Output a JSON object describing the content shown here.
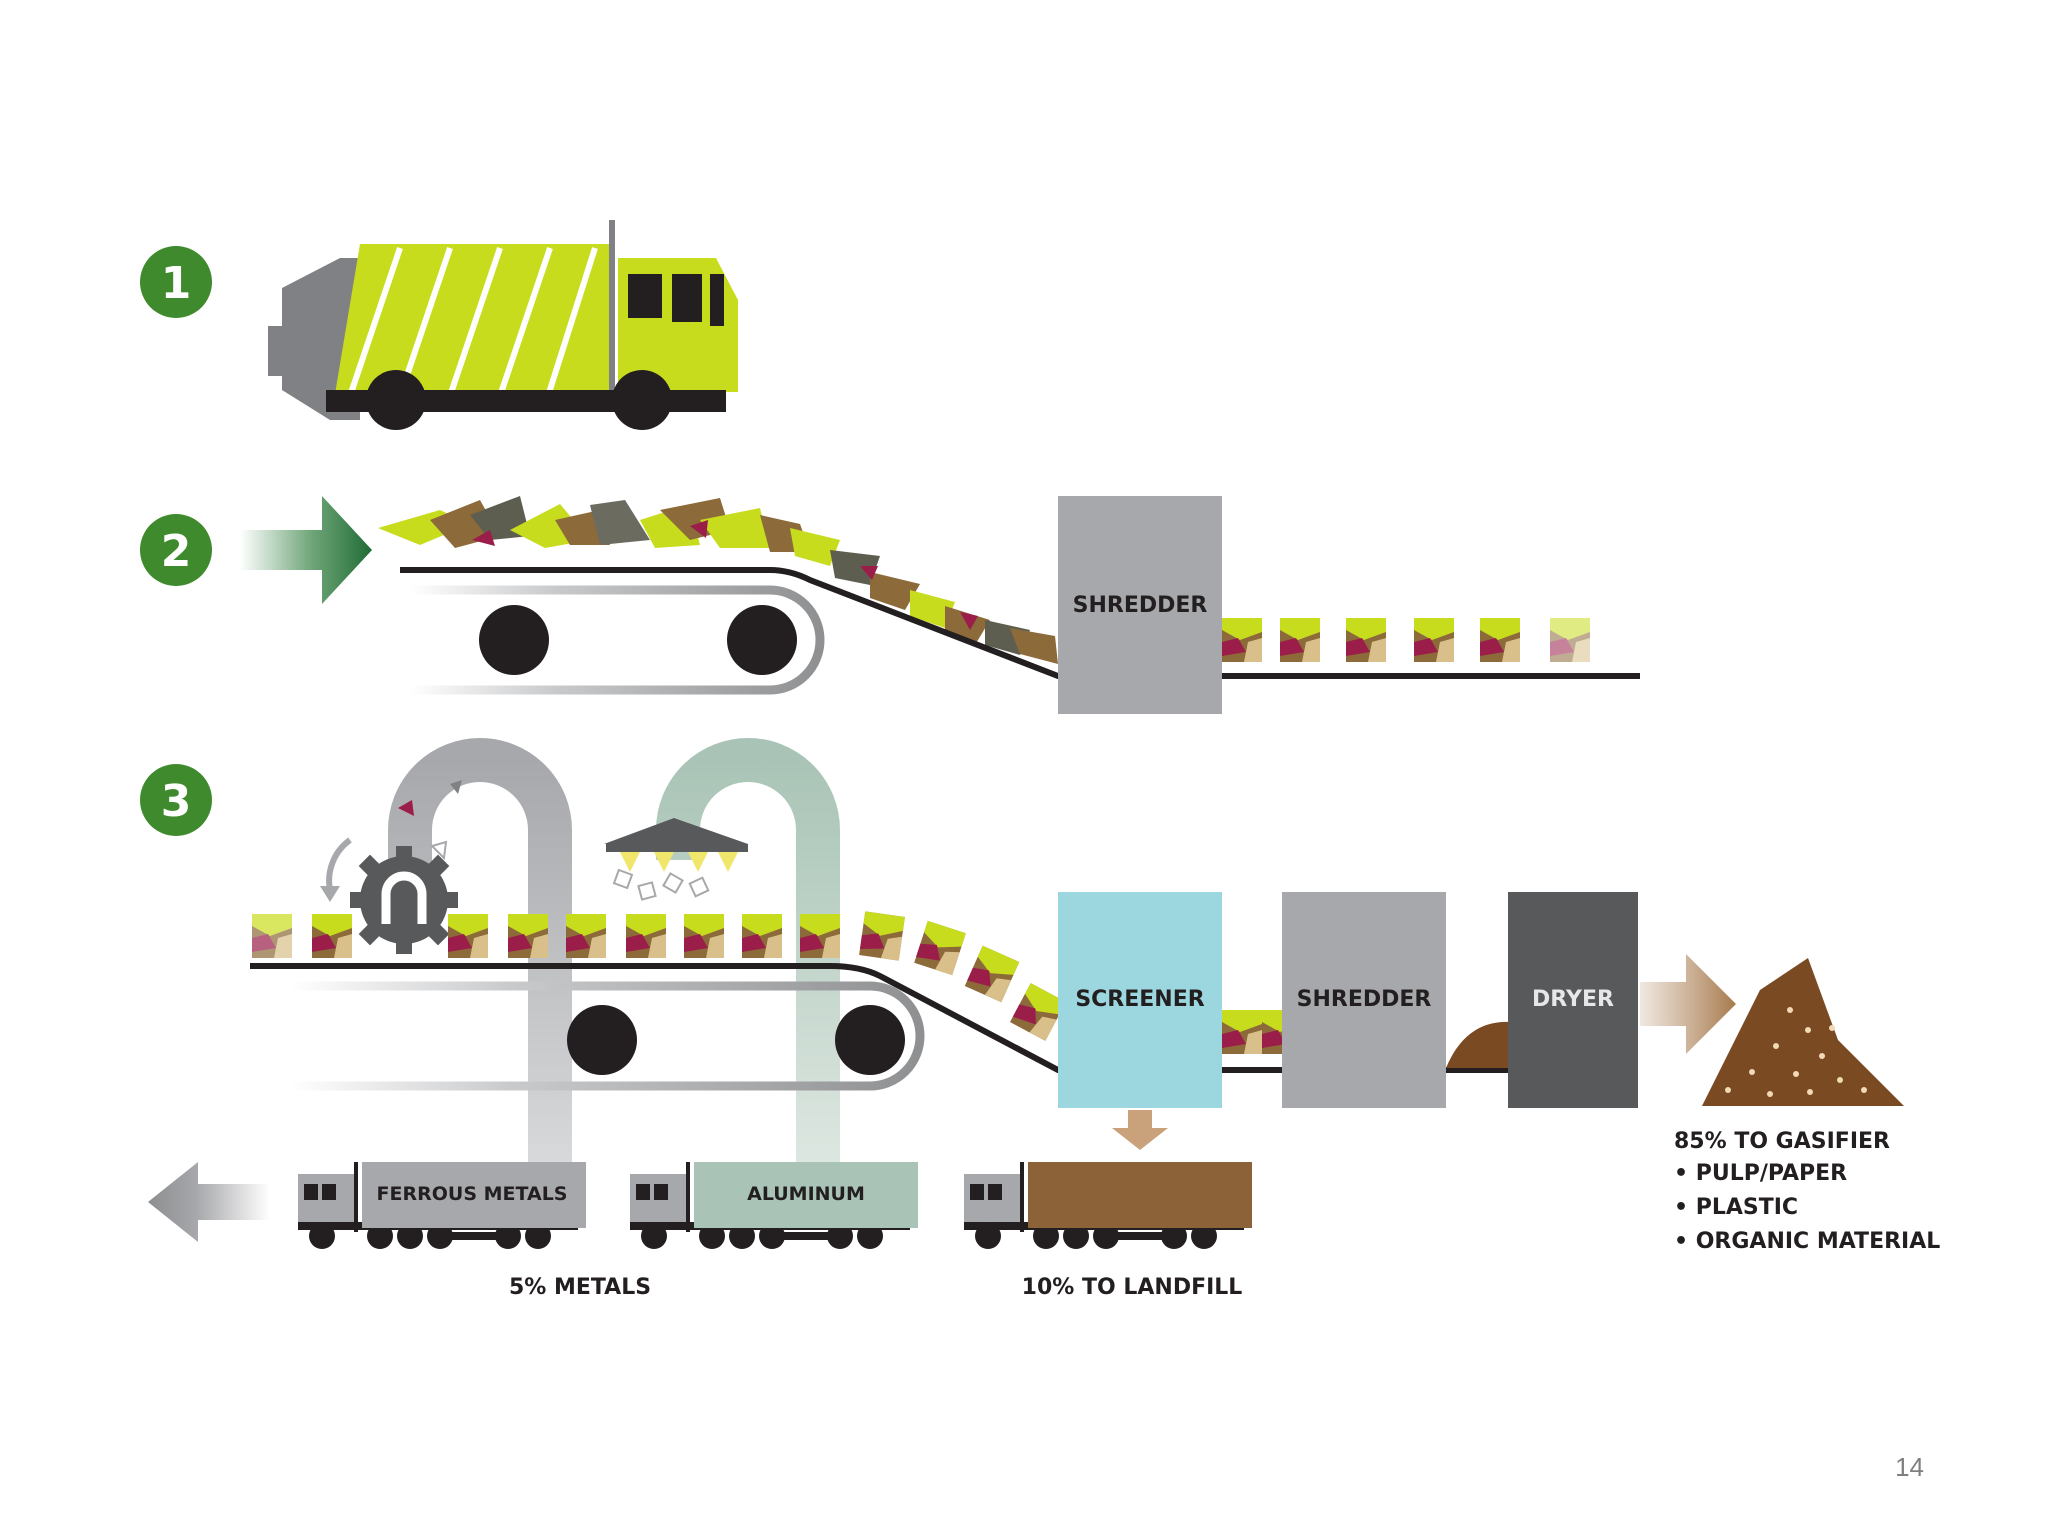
{
  "steps": {
    "one": "1",
    "two": "2",
    "three": "3"
  },
  "labels": {
    "shredder_top": "SHREDDER",
    "screener": "SCREENER",
    "shredder_bottom": "SHREDDER",
    "dryer": "DRYER",
    "ferrous": "FERROUS METALS",
    "aluminum": "ALUMINUM"
  },
  "captions": {
    "metals": "5% METALS",
    "landfill": "10% TO LANDFILL",
    "gasifier_title": "85% TO GASIFIER",
    "gasifier_items": [
      "• PULP/PAPER",
      "• PLASTIC",
      "• ORGANIC MATERIAL"
    ]
  },
  "page_number": "14",
  "colors": {
    "step_green": "#3f8a2c",
    "truck_lime": "#c8dc1e",
    "screener": "#9cd7e0",
    "shredder": "#a7a8ab",
    "dryer": "#58595b",
    "soil_brown": "#7a4a23",
    "aluminum_green": "#a9c4b6",
    "landfill_brown": "#8c6239"
  },
  "icons": {
    "magnet": "magnet-gear-icon",
    "lamp": "eddy-current-lamp-icon"
  }
}
